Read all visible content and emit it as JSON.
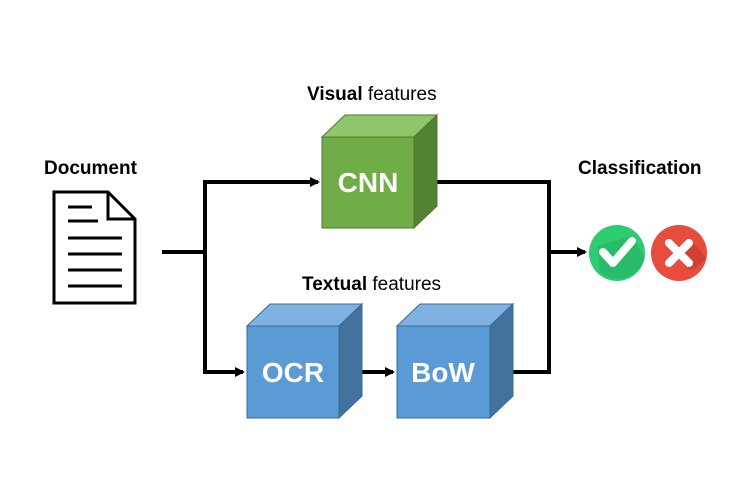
{
  "labels": {
    "document": "Document",
    "visual_bold": "Visual",
    "visual_rest": " features",
    "textual_bold": "Textual",
    "textual_rest": " features",
    "classification": "Classification"
  },
  "boxes": {
    "cnn": "CNN",
    "ocr": "OCR",
    "bow": "BoW"
  },
  "colors": {
    "cnn_front": "#70ad47",
    "cnn_top": "#8fc66a",
    "cnn_side": "#548235",
    "blue_front": "#5b9bd5",
    "blue_top": "#7fb2e3",
    "blue_side": "#41719c",
    "check": "#2ecc71",
    "cross": "#e74c3c"
  },
  "icons": {
    "document": "document-icon",
    "accept": "check-icon",
    "reject": "cross-icon"
  }
}
